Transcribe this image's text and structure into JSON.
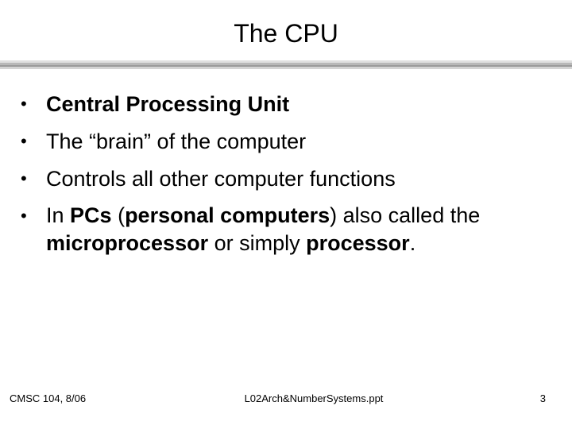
{
  "slide": {
    "title": "The CPU"
  },
  "bullets": [
    {
      "parts": [
        {
          "text": "Central Processing Unit",
          "bold": true
        }
      ]
    },
    {
      "parts": [
        {
          "text": "The “brain” of the computer",
          "bold": false
        }
      ]
    },
    {
      "parts": [
        {
          "text": "Controls all other computer functions",
          "bold": false
        }
      ]
    },
    {
      "parts": [
        {
          "text": "In ",
          "bold": false
        },
        {
          "text": "PCs",
          "bold": true
        },
        {
          "text": " (",
          "bold": false
        },
        {
          "text": "personal computers",
          "bold": true
        },
        {
          "text": ") also called the ",
          "bold": false
        },
        {
          "text": "microprocessor",
          "bold": true
        },
        {
          "text": " or simply ",
          "bold": false
        },
        {
          "text": "processor",
          "bold": true
        },
        {
          "text": ".",
          "bold": false
        }
      ]
    }
  ],
  "bullet_symbol": "•",
  "footer": {
    "left": "CMSC 104, 8/06",
    "center": "L02Arch&NumberSystems.ppt",
    "right": "3"
  }
}
